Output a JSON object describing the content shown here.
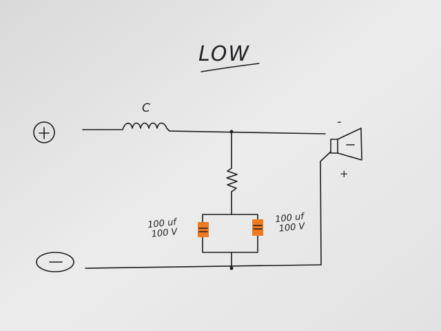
{
  "title": "LOW",
  "inductor_label": "C",
  "capacitor_left": {
    "line1": "100 uf",
    "line2": "100 V"
  },
  "capacitor_right": {
    "line1": "100 uf",
    "line2": "100 V"
  },
  "speaker_minus": "-",
  "speaker_plus": "+",
  "colors": {
    "paper": "#e6e6e6",
    "ink": "#1c1c20",
    "capacitor_tag": "#f07a22"
  }
}
